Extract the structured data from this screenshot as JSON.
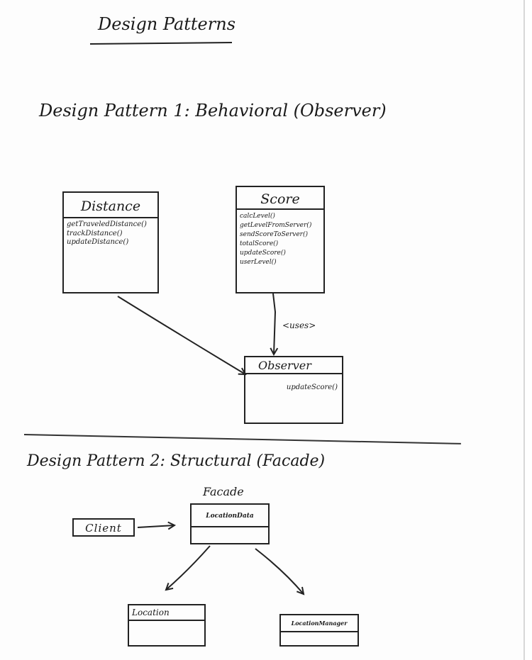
{
  "title": "Design Patterns",
  "pattern1": {
    "heading": "Design Pattern 1: Behavioral (Observer)",
    "distance": {
      "name": "Distance",
      "methods": [
        "getTraveledDistance()",
        "trackDistance()",
        "updateDistance()"
      ]
    },
    "score": {
      "name": "Score",
      "methods": [
        "calcLevel()",
        "getLevelFromServer()",
        "sendScoreToServer()",
        "totalScore()",
        "updateScore()",
        "userLevel()"
      ]
    },
    "observer": {
      "name": "Observer",
      "methods": [
        "updateScore()"
      ]
    },
    "uses_label": "<uses>"
  },
  "pattern2": {
    "heading": "Design Pattern 2: Structural (Facade)",
    "facade_label": "Facade",
    "facade": {
      "name": "LocationData"
    },
    "client": {
      "name": "Client"
    },
    "location": {
      "name": "Location"
    },
    "location_manager": {
      "name": "LocationManager"
    }
  }
}
